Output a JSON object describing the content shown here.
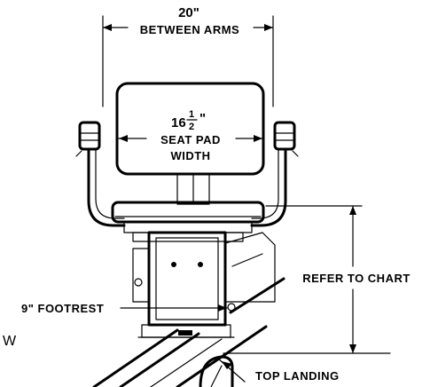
{
  "labels": {
    "between_arms_value": "20\"",
    "between_arms_text": "BETWEEN ARMS",
    "seat_value_whole": "16",
    "seat_value_num": "1",
    "seat_value_den": "2",
    "seat_value_inch": "\"",
    "seat_pad_text": "SEAT PAD",
    "width_text": "WIDTH",
    "refer_chart": "REFER TO CHART",
    "footrest": "9\" FOOTREST",
    "top_landing": "TOP LANDING",
    "edge_letter": "W"
  }
}
